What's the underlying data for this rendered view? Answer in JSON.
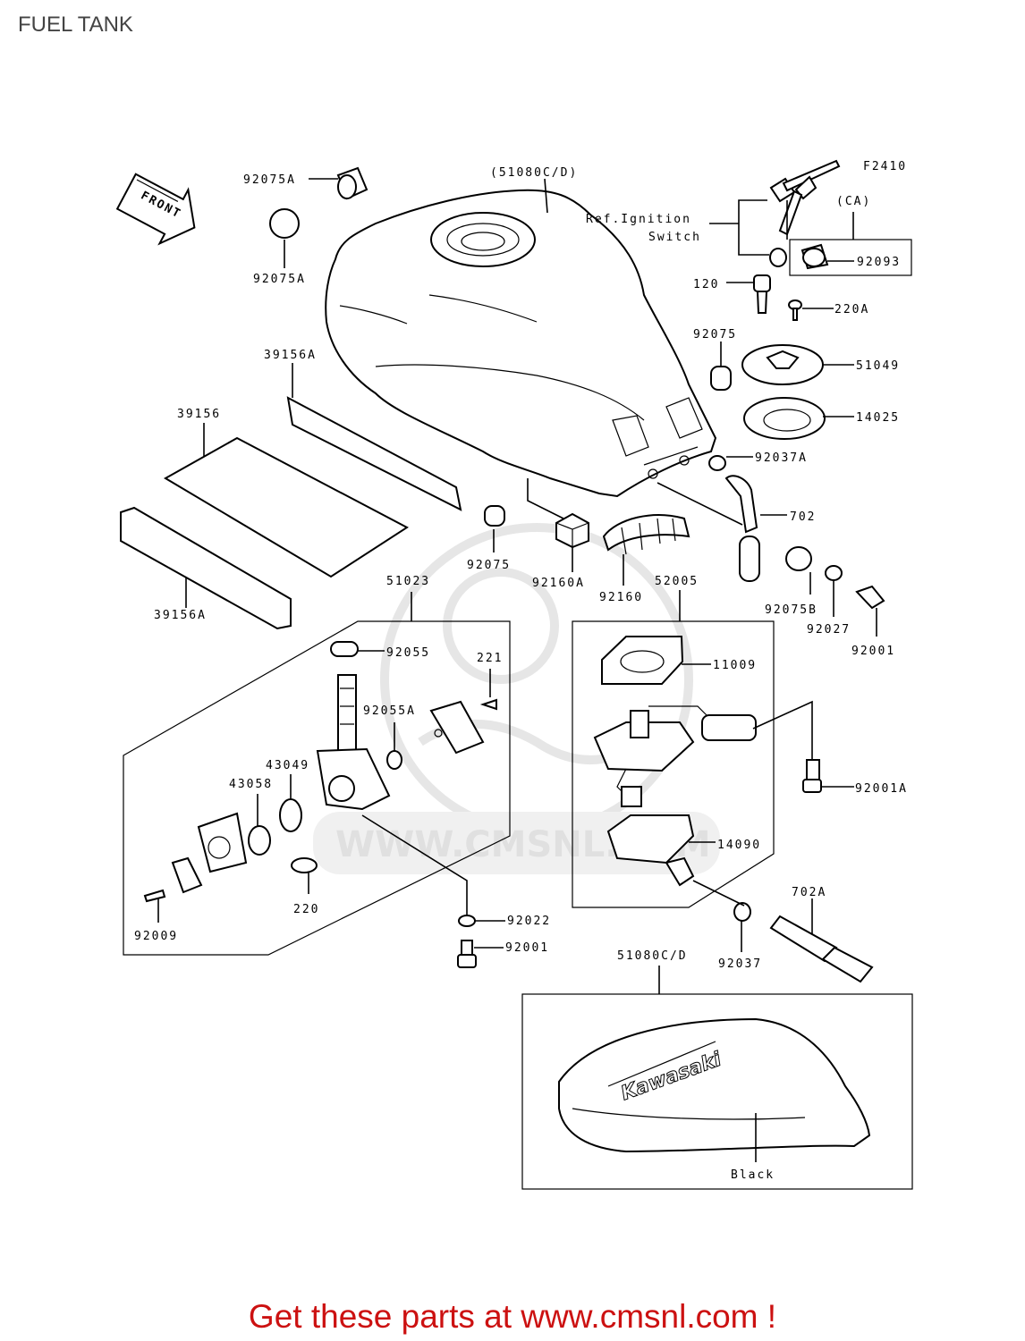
{
  "page": {
    "title": "FUEL TANK",
    "cta": "Get these parts at www.cmsnl.com !"
  },
  "diagram": {
    "figure_code": "F2410",
    "front_arrow": "FRONT",
    "watermark": "WWW.CMSNL.COM",
    "notes": {
      "ref_ignition_1": "Ref.Ignition",
      "ref_ignition_2": "Switch",
      "ca": "(CA)",
      "black": "Black",
      "decal_logo": "Kawasaki"
    },
    "parts": {
      "p_92075A_top": "92075A",
      "p_92075A_mid": "92075A",
      "p_51080CD_paren": "(51080C/D)",
      "p_92093": "92093",
      "p_120": "120",
      "p_220A": "220A",
      "p_92075": "92075",
      "p_51049": "51049",
      "p_14025": "14025",
      "p_92037A": "92037A",
      "p_702": "702",
      "p_39156A_top": "39156A",
      "p_39156": "39156",
      "p_39156A_bottom": "39156A",
      "p_92075_center": "92075",
      "p_92160A": "92160A",
      "p_92160": "92160",
      "p_52005": "52005",
      "p_92075B": "92075B",
      "p_92027": "92027",
      "p_92001_right": "92001",
      "p_51023": "51023",
      "p_92055": "92055",
      "p_221": "221",
      "p_92055A": "92055A",
      "p_43049": "43049",
      "p_43058": "43058",
      "p_220": "220",
      "p_92009": "92009",
      "p_92022": "92022",
      "p_92001_bottom": "92001",
      "p_11009": "11009",
      "p_92001A": "92001A",
      "p_14090": "14090",
      "p_702A": "702A",
      "p_92037": "92037",
      "p_51080CD": "51080C/D"
    }
  }
}
